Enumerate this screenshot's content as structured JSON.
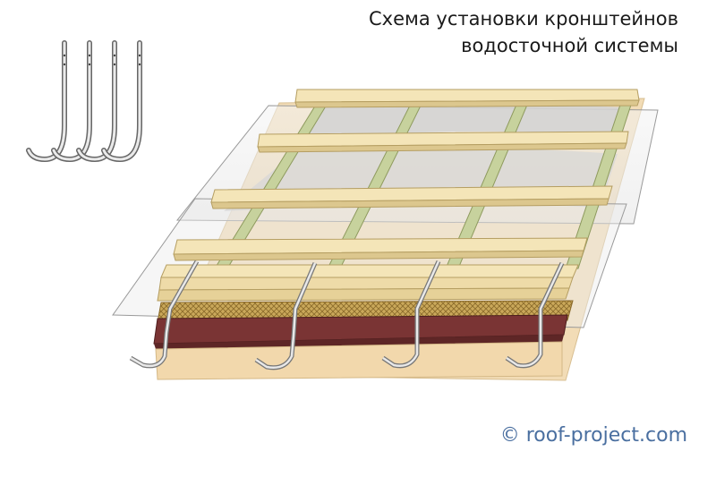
{
  "title": {
    "line1": "Схема установки кронштейнов",
    "line2": "водосточной системы"
  },
  "credit": "© roof-project.com",
  "colors": {
    "batten": "#f2e3b3",
    "counter_batten": "#c9d4a0",
    "membrane": "#e8e8e8",
    "sheathing": "#f0d7ab",
    "fascia": "#7a3535",
    "mesh": "#c8b060",
    "credit_text": "#4a6fa0"
  },
  "icons": [
    "gutter-bracket-icon"
  ]
}
